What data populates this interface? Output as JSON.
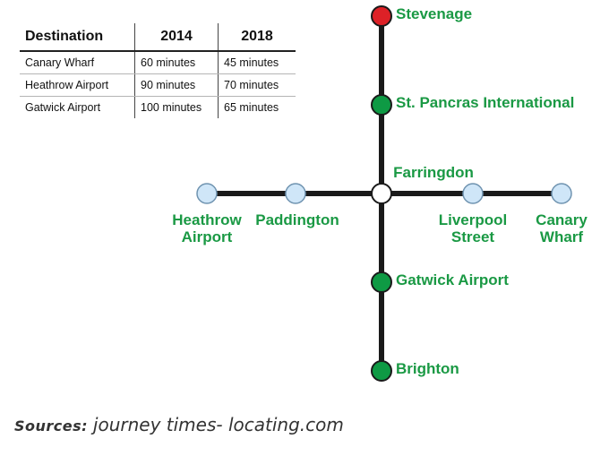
{
  "table": {
    "headers": [
      "Destination",
      "2014",
      "2018"
    ],
    "rows": [
      [
        "Canary Wharf",
        "60 minutes",
        "45 minutes"
      ],
      [
        "Heathrow Airport",
        "90 minutes",
        "70 minutes"
      ],
      [
        "Gatwick Airport",
        "100 minutes",
        "65 minutes"
      ]
    ]
  },
  "map": {
    "stations": [
      {
        "id": "stevenage",
        "label": [
          "Stevenage"
        ],
        "type": "red"
      },
      {
        "id": "st-pancras",
        "label": [
          "St. Pancras International"
        ],
        "type": "green"
      },
      {
        "id": "farringdon",
        "label": [
          "Farringdon"
        ],
        "type": "white"
      },
      {
        "id": "heathrow",
        "label": [
          "Heathrow",
          "Airport"
        ],
        "type": "lightblue"
      },
      {
        "id": "paddington",
        "label": [
          "Paddington"
        ],
        "type": "lightblue"
      },
      {
        "id": "liverpool-street",
        "label": [
          "Liverpool",
          "Street"
        ],
        "type": "lightblue"
      },
      {
        "id": "canary-wharf",
        "label": [
          "Canary",
          "Wharf"
        ],
        "type": "lightblue"
      },
      {
        "id": "gatwick",
        "label": [
          "Gatwick Airport"
        ],
        "type": "green"
      },
      {
        "id": "brighton",
        "label": [
          "Brighton"
        ],
        "type": "green"
      }
    ],
    "colors": {
      "line": "#1a1a1a",
      "label": "#1a9944",
      "red": "#dd2127",
      "green": "#0e9a44",
      "white": "#ffffff",
      "lightblue": "#cfe6f8"
    }
  },
  "sources": {
    "label": "Sources:",
    "text": "journey times- locating.com"
  }
}
